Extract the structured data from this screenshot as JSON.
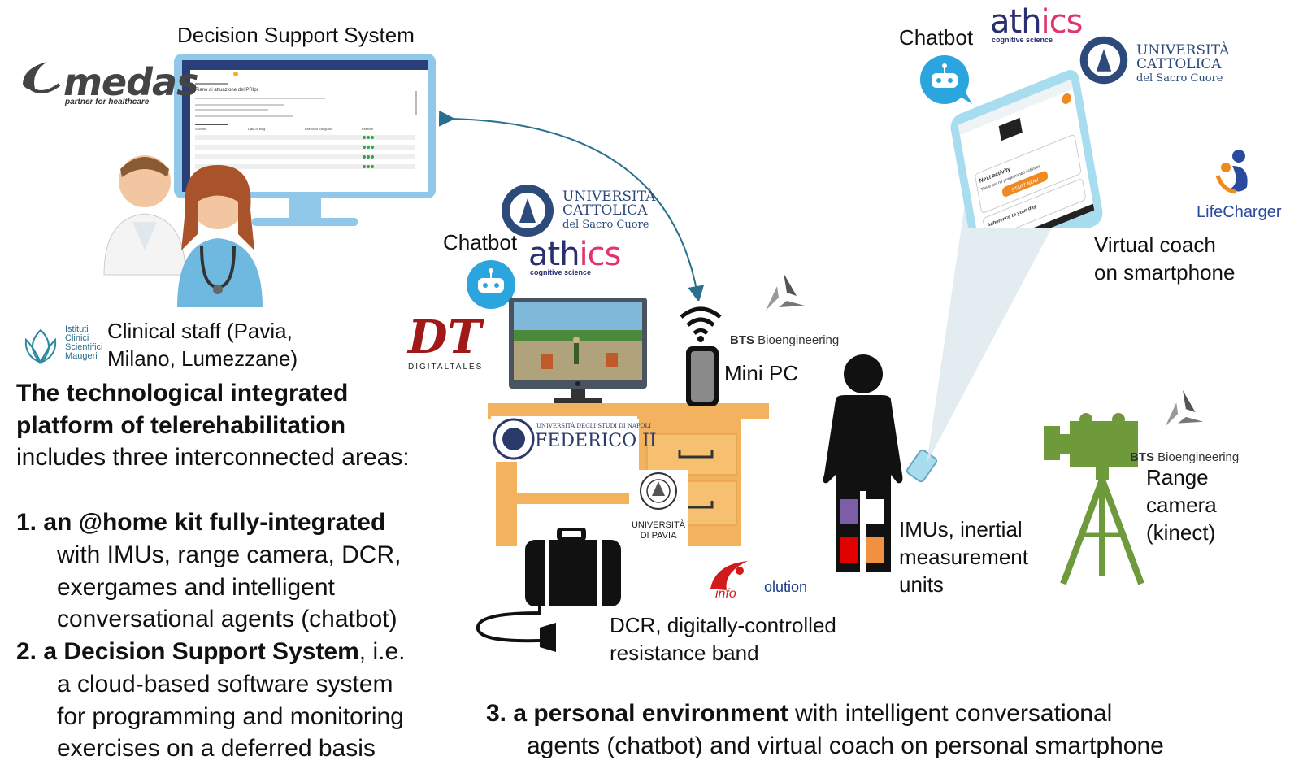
{
  "dss": {
    "title": "Decision Support System",
    "screen_heading": "Piano di attuazione del PRIpr",
    "columns": [
      "Sezione",
      "Data di blog",
      "Esercizio Eseguito",
      "Esercizi"
    ]
  },
  "medas": {
    "logo": "medas",
    "tagline": "partner for healthcare"
  },
  "maugeri": {
    "line1": "Istituti",
    "line2": "Clinici",
    "line3": "Scientifici",
    "line4": "Maugeri"
  },
  "clinical_staff": {
    "line1": "Clinical staff (Pavia,",
    "line2": "Milano, Lumezzane)"
  },
  "intro": {
    "line1": "The technological integrated",
    "line2": "platform of telerehabilitation",
    "line3": "includes three interconnected areas:"
  },
  "item1": {
    "bold": "1. an @home kit fully-integrated",
    "line2": "with IMUs, range camera, DCR,",
    "line3": "exergames and intelligent",
    "line4": "conversational agents (chatbot)"
  },
  "item2": {
    "bold": "2. a Decision Support System",
    "rest": ", i.e.",
    "line2": "a cloud-based software system",
    "line3": "for programming and monitoring",
    "line4": "exercises on a deferred basis"
  },
  "item3": {
    "bold": "3. a personal environment",
    "rest": " with intelligent conversational",
    "line2": "agents (chatbot) and virtual coach on personal smartphone"
  },
  "chatbot_center": "Chatbot",
  "chatbot_top": "Chatbot",
  "athics": {
    "a": "ath",
    "b": "ics",
    "sub": "cognitive science"
  },
  "unicatt": {
    "l1": "UNIVERSITÀ",
    "l2": "CATTOLICA",
    "l3": "del Sacro Cuore"
  },
  "digitaltales": {
    "logo": "DT",
    "sub": "DIGITALTALES"
  },
  "federico": {
    "l1": "UNIVERSITÀ DEGLI STUDI DI NAPOLI",
    "l2": "FEDERICO II"
  },
  "unipv": {
    "l1": "UNIVERSITÀ",
    "l2": "DI PAVIA"
  },
  "infosolution": {
    "a": "info",
    "b": "olution"
  },
  "bts": {
    "a": "BTS",
    "b": " Bioengineering"
  },
  "minipc": "Mini PC",
  "dcr": {
    "line1": "DCR, digitally-controlled",
    "line2": "resistance band"
  },
  "imus": {
    "line1": "IMUs, inertial",
    "line2": "measurement",
    "line3": "units"
  },
  "camera": {
    "line1": "Range",
    "line2": "camera",
    "line3": "(kinect)"
  },
  "virtual_coach": {
    "line1": "Virtual coach",
    "line2": "on smartphone"
  },
  "lifecharger": "LifeCharger",
  "phone_screen": {
    "line1": "Next activity",
    "line2": "There are no programmed activities",
    "btn": "START NOW",
    "line3": "Adherence to your day"
  },
  "colors": {
    "monitor": "#8fc8e8",
    "desk": "#f3b35e",
    "arrow": "#2a6f8e",
    "camera": "#6e9a3c",
    "chatbot": "#2aa5dd",
    "phone": "#a8dcef",
    "athics_pink": "#e2336b",
    "athics_navy": "#2a2f6e"
  }
}
